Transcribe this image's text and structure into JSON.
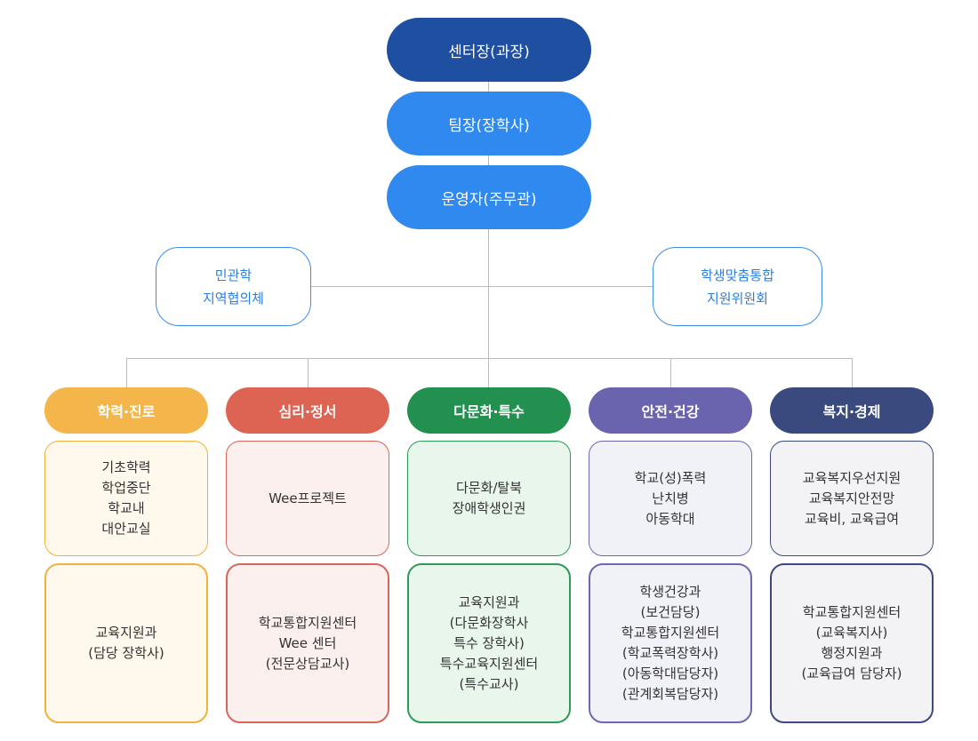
{
  "hierarchy": {
    "head": "센터장(과장)",
    "team_lead": "팀장(장학사)",
    "operator": "운영자(주무관)"
  },
  "advisory": {
    "left": [
      "민관학",
      "지역협의체"
    ],
    "right": [
      "학생맞춤통합",
      "지원위원회"
    ]
  },
  "colors": {
    "head": "#1f4fa0",
    "mid": "#2f89ee",
    "line": "#bcbcbc"
  },
  "categories": [
    {
      "title": "학력·진로",
      "color": "#f4b54a",
      "programs": [
        "기초학력",
        "학업중단",
        "학교내",
        "대안교실"
      ],
      "staff": [
        "교육지원과",
        "(담당 장학사)"
      ],
      "fill": "#fff8ec",
      "border": "#f0b23d"
    },
    {
      "title": "심리·정서",
      "color": "#dd6352",
      "programs": [
        "Wee프로젝트"
      ],
      "staff": [
        "학교통합지원센터",
        "Wee 센터",
        "(전문상담교사)"
      ],
      "fill": "#fbf0ee",
      "border": "#d8665a"
    },
    {
      "title": "다문화·특수",
      "color": "#22904f",
      "programs": [
        "다문화/탈북",
        "장애학생인권"
      ],
      "staff": [
        "교육지원과",
        "(다문화장학사",
        "특수 장학사)",
        "특수교육지원센터",
        "(특수교사)"
      ],
      "fill": "#e9f6ec",
      "border": "#2e9a58"
    },
    {
      "title": "안전·건강",
      "color": "#6a63ae",
      "programs": [
        "학교(성)폭력",
        "난치병",
        "아동학대"
      ],
      "staff": [
        "학생건강과",
        "(보건담당)",
        "학교통합지원센터",
        "(학교폭력장학사)",
        "(아동학대담당자)",
        "(관계회복담당자)"
      ],
      "fill": "#f1f1f8",
      "border": "#6d67b0"
    },
    {
      "title": "복지·경제",
      "color": "#3b4a7e",
      "programs": [
        "교육복지우선지원",
        "교육복지안전망",
        "교육비, 교육급여"
      ],
      "staff": [
        "학교통합지원센터",
        "(교육복지사)",
        "행정지원과",
        "(교육급여 담당자)"
      ],
      "fill": "#f3f3f6",
      "border": "#3c4a80"
    }
  ]
}
